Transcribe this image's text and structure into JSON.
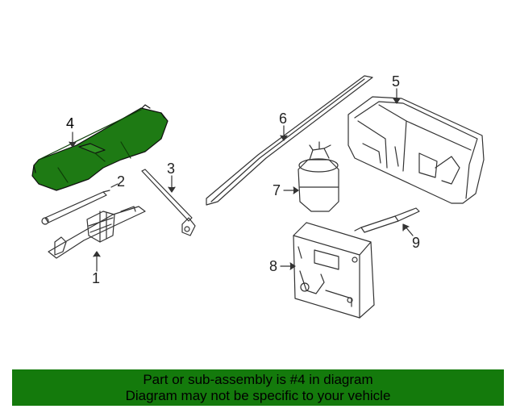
{
  "diagram": {
    "callouts": [
      {
        "id": "1",
        "label": "1"
      },
      {
        "id": "2",
        "label": "2"
      },
      {
        "id": "3",
        "label": "3"
      },
      {
        "id": "4",
        "label": "4"
      },
      {
        "id": "5",
        "label": "5"
      },
      {
        "id": "6",
        "label": "6"
      },
      {
        "id": "7",
        "label": "7"
      },
      {
        "id": "8",
        "label": "8"
      },
      {
        "id": "9",
        "label": "9"
      }
    ],
    "highlight_part": "4",
    "highlight_color": "#1e7a14",
    "line_color": "#333333"
  },
  "banner": {
    "line1": "Part or sub-assembly is #4 in diagram",
    "line2": "Diagram may not be specific to your vehicle",
    "background": "#147a0c"
  }
}
